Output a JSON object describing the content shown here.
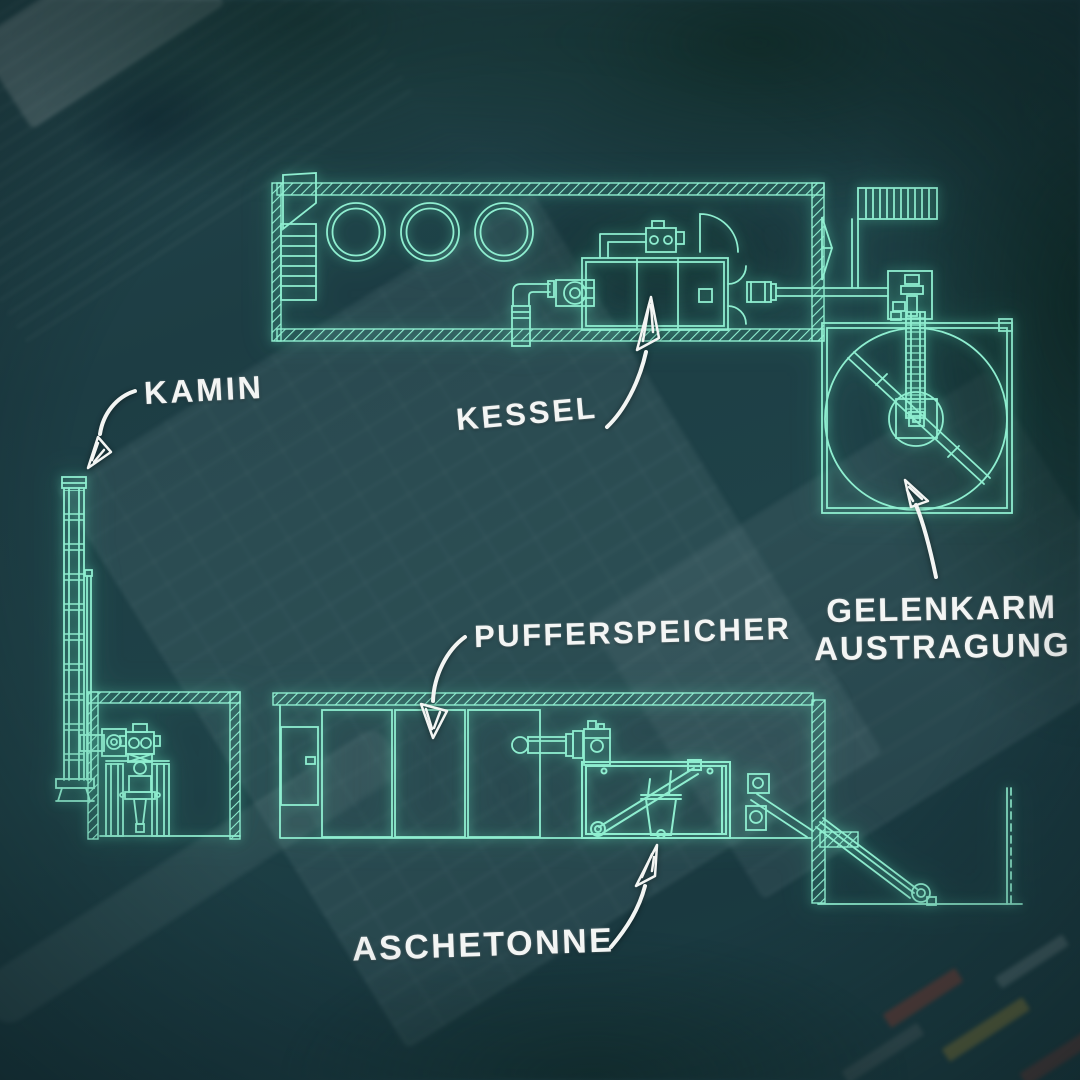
{
  "labels": {
    "kamin": "KAMIN",
    "kessel": "KESSEL",
    "pufferspeicher": "PUFFERSPEICHER",
    "gelenkarm_line1": "GELENKARM",
    "gelenkarm_line2": "AUSTRAGUNG",
    "aschetonne": "ASCHETONNE"
  },
  "style": {
    "blueprint_line_color": "#8feed0",
    "label_color": "#f3f5f4",
    "background_tint": "#1d3e45"
  }
}
